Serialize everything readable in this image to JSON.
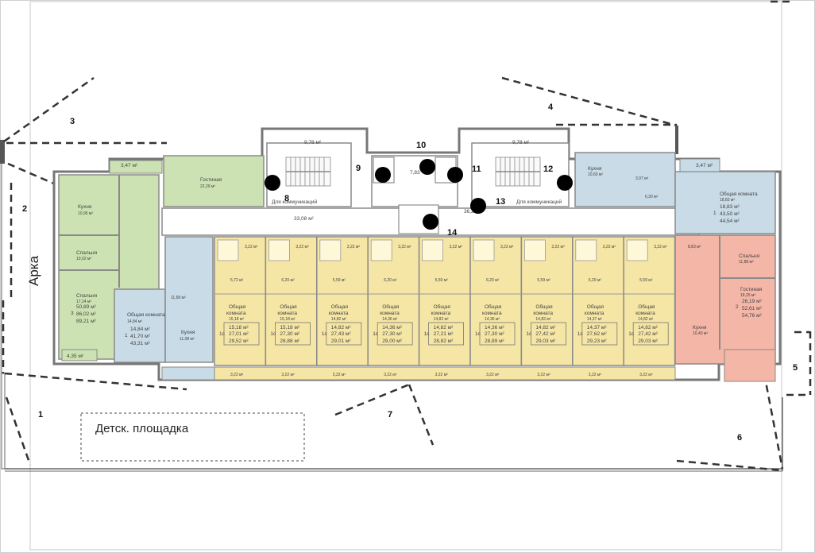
{
  "labels": {
    "arch": "Арка",
    "playground": "Детск. площадка",
    "comm_left": "Для коммуникаций",
    "comm_right": "Для коммуникаций",
    "corridor_main": "33,08 м²",
    "corridor_hall": "36,29 м²",
    "stair_left": "9,78 м²",
    "stair_right": "9,78 м²",
    "lift_hall": "7,83",
    "balc_tl": "3,47 м²",
    "balc_tr": "3,47 м²",
    "balc_bl": "4,35 м²"
  },
  "zones": [
    "1",
    "2",
    "3",
    "4",
    "5",
    "6",
    "7"
  ],
  "points": [
    "8",
    "9",
    "10",
    "11",
    "12",
    "13",
    "14"
  ],
  "apt_left": {
    "kitchen": "Кухня",
    "kitchen_area": "10,95 м²",
    "living": "Гостиная",
    "living_area": "22,29 м²",
    "bed1": "Спальня",
    "bed1_area": "10,02 м²",
    "bed2": "Спальня",
    "bed2_area": "17,24 м²",
    "rooms": "3",
    "a1": "50,89 м²",
    "a2": "86,02 м²",
    "a3": "89,21 м²"
  },
  "apt_left2": {
    "room": "Общая комната",
    "room_area": "14,84 м²",
    "rooms": "1",
    "a1": "14,84 м²",
    "a2": "41,70 м²",
    "a3": "43,31 м²"
  },
  "apt_kitchen2": {
    "label": "Кухня",
    "area": "11,08 м²",
    "hall": "11,68 м²"
  },
  "yellow_units": [
    {
      "rooms": "1с",
      "r": "Общая комната",
      "ra": "15,18 м²",
      "a1": "15,18 м²",
      "a2": "27,01 м²",
      "a3": "29,52 м²",
      "hall": "5,72 м²",
      "bal": "3,22 м²"
    },
    {
      "rooms": "1с",
      "r": "Общая комната",
      "ra": "15,18 м²",
      "a1": "15,18 м²",
      "a2": "27,30 м²",
      "a3": "28,88 м²",
      "hall": "6,20 м²",
      "bal": "3,22 м²"
    },
    {
      "rooms": "1с",
      "r": "Общая комната",
      "ra": "14,82 м²",
      "a1": "14,82 м²",
      "a2": "27,43 м²",
      "a3": "29,01 м²",
      "hall": "5,59 м²",
      "bal": "3,22 м²"
    },
    {
      "rooms": "1с",
      "r": "Общая комната",
      "ra": "14,36 м²",
      "a1": "14,36 м²",
      "a2": "27,30 м²",
      "a3": "29,00 м²",
      "hall": "6,20 м²",
      "bal": "3,22 м²"
    },
    {
      "rooms": "1с",
      "r": "Общая комната",
      "ra": "14,82 м²",
      "a1": "14,82 м²",
      "a2": "27,21 м²",
      "a3": "28,82 м²",
      "hall": "5,59 м²",
      "bal": "3,22 м²"
    },
    {
      "rooms": "1с",
      "r": "Общая комната",
      "ra": "14,36 м²",
      "a1": "14,36 м²",
      "a2": "27,30 м²",
      "a3": "28,89 м²",
      "hall": "6,20 м²",
      "bal": "3,22 м²"
    },
    {
      "rooms": "1с",
      "r": "Общая комната",
      "ra": "14,82 м²",
      "a1": "14,82 м²",
      "a2": "27,42 м²",
      "a3": "29,03 м²",
      "hall": "5,59 м²",
      "bal": "3,22 м²"
    },
    {
      "rooms": "1с",
      "r": "Общая комната",
      "ra": "14,37 м²",
      "a1": "14,37 м²",
      "a2": "27,62 м²",
      "a3": "29,23 м²",
      "hall": "6,20 м²",
      "bal": "3,22 м²"
    },
    {
      "rooms": "1с",
      "r": "Общая комната",
      "ra": "14,82 м²",
      "a1": "14,82 м²",
      "a2": "27,42 м²",
      "a3": "29,03 м²",
      "hall": "5,59 м²",
      "bal": "3,22 м²"
    }
  ],
  "apt_blue_right": {
    "kitchen": "Кухня",
    "kitchen_area": "10,60 м²",
    "room": "Общая комната",
    "room_area": "18,83 м²",
    "rooms": "1",
    "a1": "18,83 м²",
    "a2": "43,50 м²",
    "a3": "44,54 м²",
    "hall": "6,30 м²",
    "bath": "3,97 м²"
  },
  "apt_red": {
    "bed": "Спальня",
    "bed_area": "11,88 м²",
    "living": "Гостиная",
    "living_area": "18,25 м²",
    "kitchen": "Кухня",
    "kitchen_area": "10,40 м²",
    "rooms": "2",
    "a1": "26,19 м²",
    "a2": "52,61 м²",
    "a3": "54,76 м²",
    "hall": "8,83 м²"
  },
  "colors": {
    "green": "#cce2b2",
    "blue": "#c8dbe6",
    "yellow": "#f5e6a5",
    "red": "#f4b6a6",
    "wall": "#8a8a8a",
    "dash": "#333333"
  }
}
